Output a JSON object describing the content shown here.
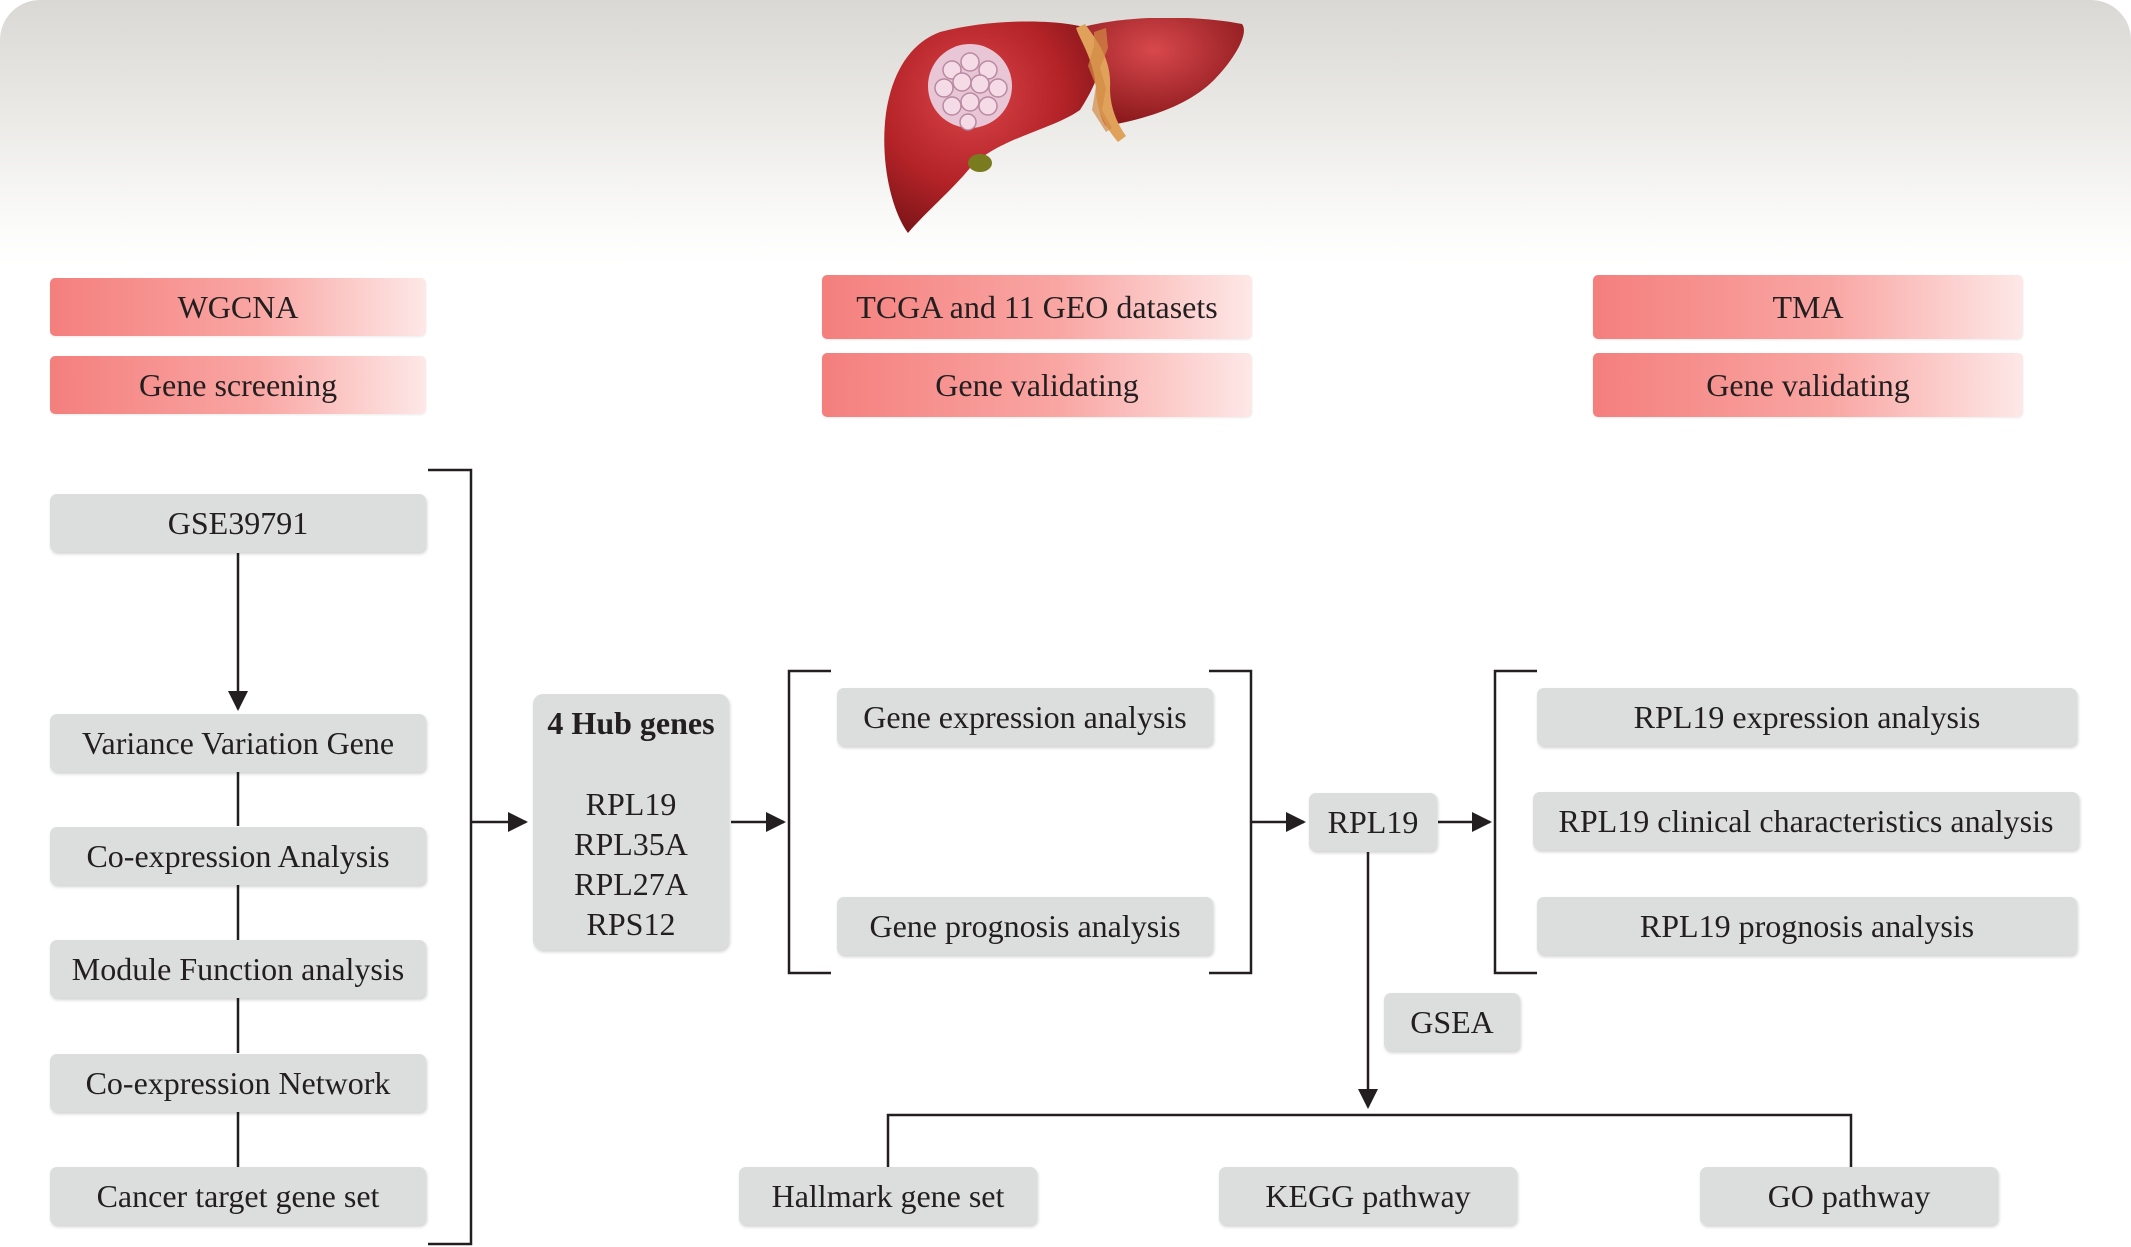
{
  "headers": [
    {
      "method": "WGCNA",
      "step": "Gene screening"
    },
    {
      "method": "TCGA and 11 GEO datasets",
      "step": "Gene validating"
    },
    {
      "method": "TMA",
      "step": "Gene validating"
    }
  ],
  "wgcna_steps": [
    "GSE39791",
    "Variance Variation Gene",
    "Co-expression Analysis",
    "Module Function analysis",
    "Co-expression Network",
    "Cancer target gene set"
  ],
  "hub": {
    "title": "4 Hub genes",
    "genes": [
      "RPL19",
      "RPL35A",
      "RPL27A",
      "RPS12"
    ]
  },
  "validation": {
    "expression": "Gene expression analysis",
    "prognosis": "Gene prognosis analysis"
  },
  "key_gene": "RPL19",
  "tma_analyses": [
    "RPL19 expression analysis",
    "RPL19 clinical characteristics analysis",
    "RPL19 prognosis analysis"
  ],
  "gsea": {
    "label": "GSEA",
    "items": [
      "Hallmark gene set",
      "KEGG pathway",
      "GO pathway"
    ]
  },
  "colors": {
    "header_pink": "#f47f7d",
    "box_gray": "#dcdddd",
    "line": "#231f20",
    "liver_red": "#b3262a"
  }
}
